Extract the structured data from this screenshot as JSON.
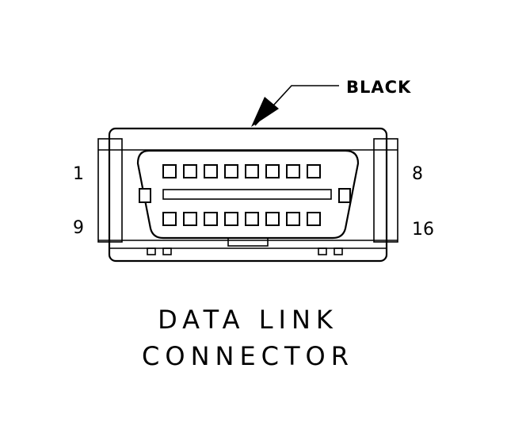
{
  "wire_color_label": "BLACK",
  "pin_labels": {
    "top_left": "1",
    "top_right": "8",
    "bottom_left": "9",
    "bottom_right": "16"
  },
  "title": {
    "line1": "DATA LINK",
    "line2": "CONNECTOR"
  },
  "connector": {
    "pins_per_row": 8,
    "rows": 2
  }
}
